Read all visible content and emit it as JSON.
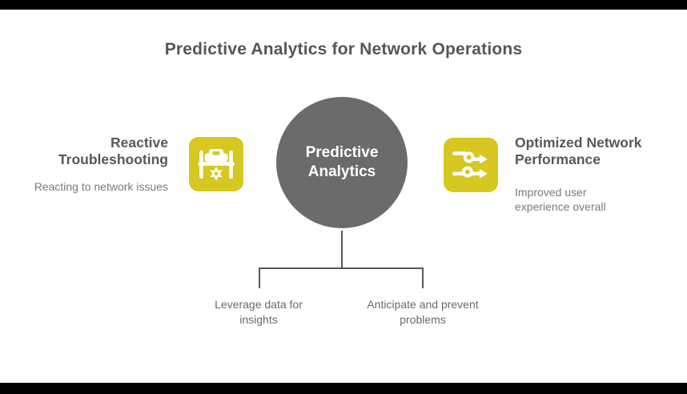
{
  "title": "Predictive Analytics for Network Operations",
  "center_node": {
    "label": "Predictive Analytics"
  },
  "left_item": {
    "heading": "Reactive Troubleshooting",
    "description": "Reacting to network issues",
    "icon": "car-service-lift-icon"
  },
  "right_item": {
    "heading": "Optimized Network Performance",
    "description": "Improved user experience overall",
    "icon": "workflow-routing-icon"
  },
  "branches": [
    {
      "label": "Leverage data for insights"
    },
    {
      "label": "Anticipate and prevent problems"
    }
  ],
  "colors": {
    "accent_yellow": "#d6c721",
    "circle_gray": "#6b6b6b",
    "heading_gray": "#58585a",
    "subtext_gray": "#7a7a7a",
    "line_gray": "#58585a",
    "edge_bar_black": "#000000",
    "background": "#ffffff"
  }
}
